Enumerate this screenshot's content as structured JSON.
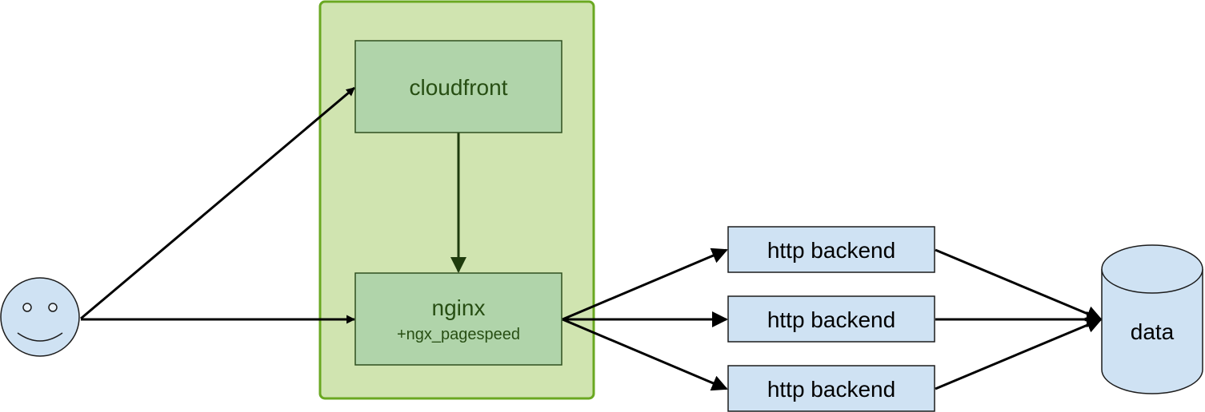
{
  "nodes": {
    "cloudfront": {
      "label": "cloudfront"
    },
    "nginx": {
      "label": "nginx",
      "sublabel": "+ngx_pagespeed"
    },
    "backends": [
      {
        "label": "http backend"
      },
      {
        "label": "http backend"
      },
      {
        "label": "http backend"
      }
    ],
    "data": {
      "label": "data"
    }
  },
  "colors": {
    "group_fill": "#d0e4b0",
    "group_stroke": "#6aa821",
    "green_box_fill": "#b0d4aa",
    "green_box_stroke": "#2f4f1f",
    "green_text": "#274e13",
    "blue_fill": "#cfe2f3",
    "blue_stroke": "#1c1c1c",
    "edge": "#000000",
    "green_edge": "#1e3b0d"
  },
  "icons": {
    "user": "smiley-face-icon",
    "database": "database-cylinder-icon"
  },
  "edges": [
    {
      "from": "user",
      "to": "cloudfront"
    },
    {
      "from": "user",
      "to": "nginx"
    },
    {
      "from": "cloudfront",
      "to": "nginx"
    },
    {
      "from": "nginx",
      "to": "backend-1"
    },
    {
      "from": "nginx",
      "to": "backend-2"
    },
    {
      "from": "nginx",
      "to": "backend-3"
    },
    {
      "from": "backend-1",
      "to": "data"
    },
    {
      "from": "backend-2",
      "to": "data"
    },
    {
      "from": "backend-3",
      "to": "data"
    }
  ]
}
